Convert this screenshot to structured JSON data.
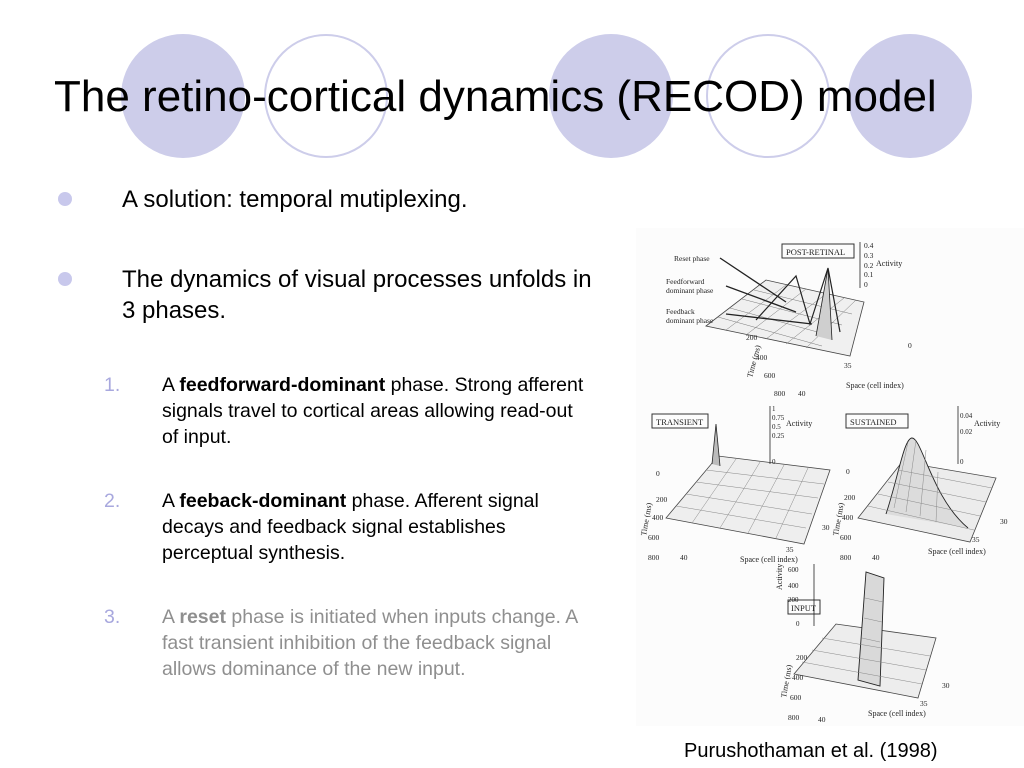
{
  "slide": {
    "title": "The retino-cortical dynamics (RECOD) model",
    "bullets": [
      "A solution: temporal mutiplexing.",
      "The dynamics of visual processes unfolds in 3 phases."
    ],
    "phases": [
      {
        "number": "1.",
        "prefix": "A ",
        "bold": "feedforward-dominant",
        "rest": " phase. Strong afferent signals travel to cortical areas allowing read-out of input."
      },
      {
        "number": "2.",
        "prefix": "A ",
        "bold": "feeback-dominant",
        "rest": " phase. Afferent signal decays and feedback signal establishes perceptual synthesis."
      },
      {
        "number": "3.",
        "prefix": "A ",
        "bold": "reset",
        "rest": " phase is initiated when inputs change. A fast transient inhibition of the feedback signal allows dominance of the new input."
      }
    ],
    "caption": "Purushothaman et al. (1998)"
  },
  "figure": {
    "panels": {
      "post_retinal": "POST-RETINAL",
      "transient": "TRANSIENT",
      "sustained": "SUSTAINED",
      "input": "INPUT"
    },
    "annotations": {
      "reset": "Reset phase",
      "feedforward": [
        "Feedforward",
        "dominant phase"
      ],
      "feedback": [
        "Feedback",
        "dominant phase"
      ]
    },
    "axis": {
      "activity": "Activity",
      "time": "Time (ms)",
      "space": "Space (cell index)"
    },
    "ticks": {
      "post_activity": [
        "0.4",
        "0.3",
        "0.2",
        "0.1",
        "0"
      ],
      "post_time": [
        "200",
        "400",
        "600",
        "800"
      ],
      "post_space": [
        "35",
        "40",
        "0"
      ],
      "transient_activity": [
        "1",
        "0.75",
        "0.5",
        "0.25",
        "0"
      ],
      "transient_time": [
        "0",
        "200",
        "400",
        "600",
        "800"
      ],
      "transient_space": [
        "35",
        "30",
        "40"
      ],
      "sustained_activity": [
        "0.04",
        "0.02",
        "0"
      ],
      "sustained_time": [
        "0",
        "200",
        "400",
        "600",
        "800"
      ],
      "sustained_space": [
        "35",
        "30",
        "40"
      ],
      "input_activity": [
        "600",
        "400",
        "200",
        "0"
      ],
      "input_time": [
        "200",
        "400",
        "600",
        "800"
      ],
      "input_space": [
        "35",
        "40",
        "30"
      ]
    }
  },
  "colors": {
    "accent_circle": "#cdcdea",
    "bullet_dot": "#c8c8ec",
    "number": "#a8a8de",
    "muted_text": "#8f8f8f"
  }
}
